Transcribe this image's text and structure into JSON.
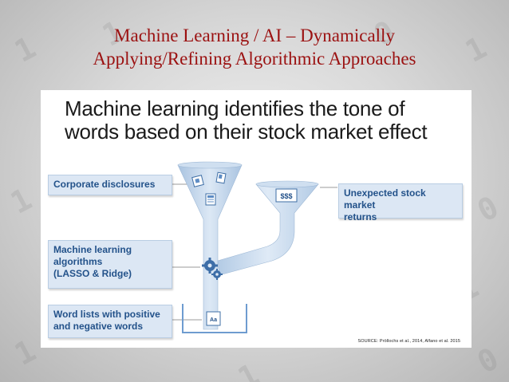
{
  "slide": {
    "title_line1": "Machine Learning / AI – Dynamically",
    "title_line2": "Applying/Refining Algorithmic Approaches",
    "title_color": "#9b1111"
  },
  "panel": {
    "heading_line1": "Machine learning identifies the tone of",
    "heading_line2": "words based on their stock market effect",
    "boxes": {
      "disclosures": "Corporate disclosures",
      "ml_line1": "Machine learning",
      "ml_line2": "algorithms",
      "ml_line3": "(LASSO & Ridge)",
      "wordlists_line1": "Word lists with positive",
      "wordlists_line2": "and negative words",
      "returns_line1": "Unexpected stock market",
      "returns_line2": "returns"
    },
    "icons": {
      "dollar_label": "$$$",
      "aa_label": "Aa",
      "document_icon": "document-icon",
      "gears_icon": "gears-icon",
      "funnel_icon": "funnel-icon"
    },
    "source": "SOURCE: Pröllochs et al., 2014, Alfano et al. 2015",
    "colors": {
      "box_fill": "#dce7f4",
      "box_text": "#23528a",
      "funnel": "#c5d8ec"
    }
  },
  "background_digits": [
    "1",
    "0",
    "1",
    "0",
    "1",
    "1",
    "0",
    "0",
    "1",
    "0",
    "1",
    "1",
    "0"
  ]
}
